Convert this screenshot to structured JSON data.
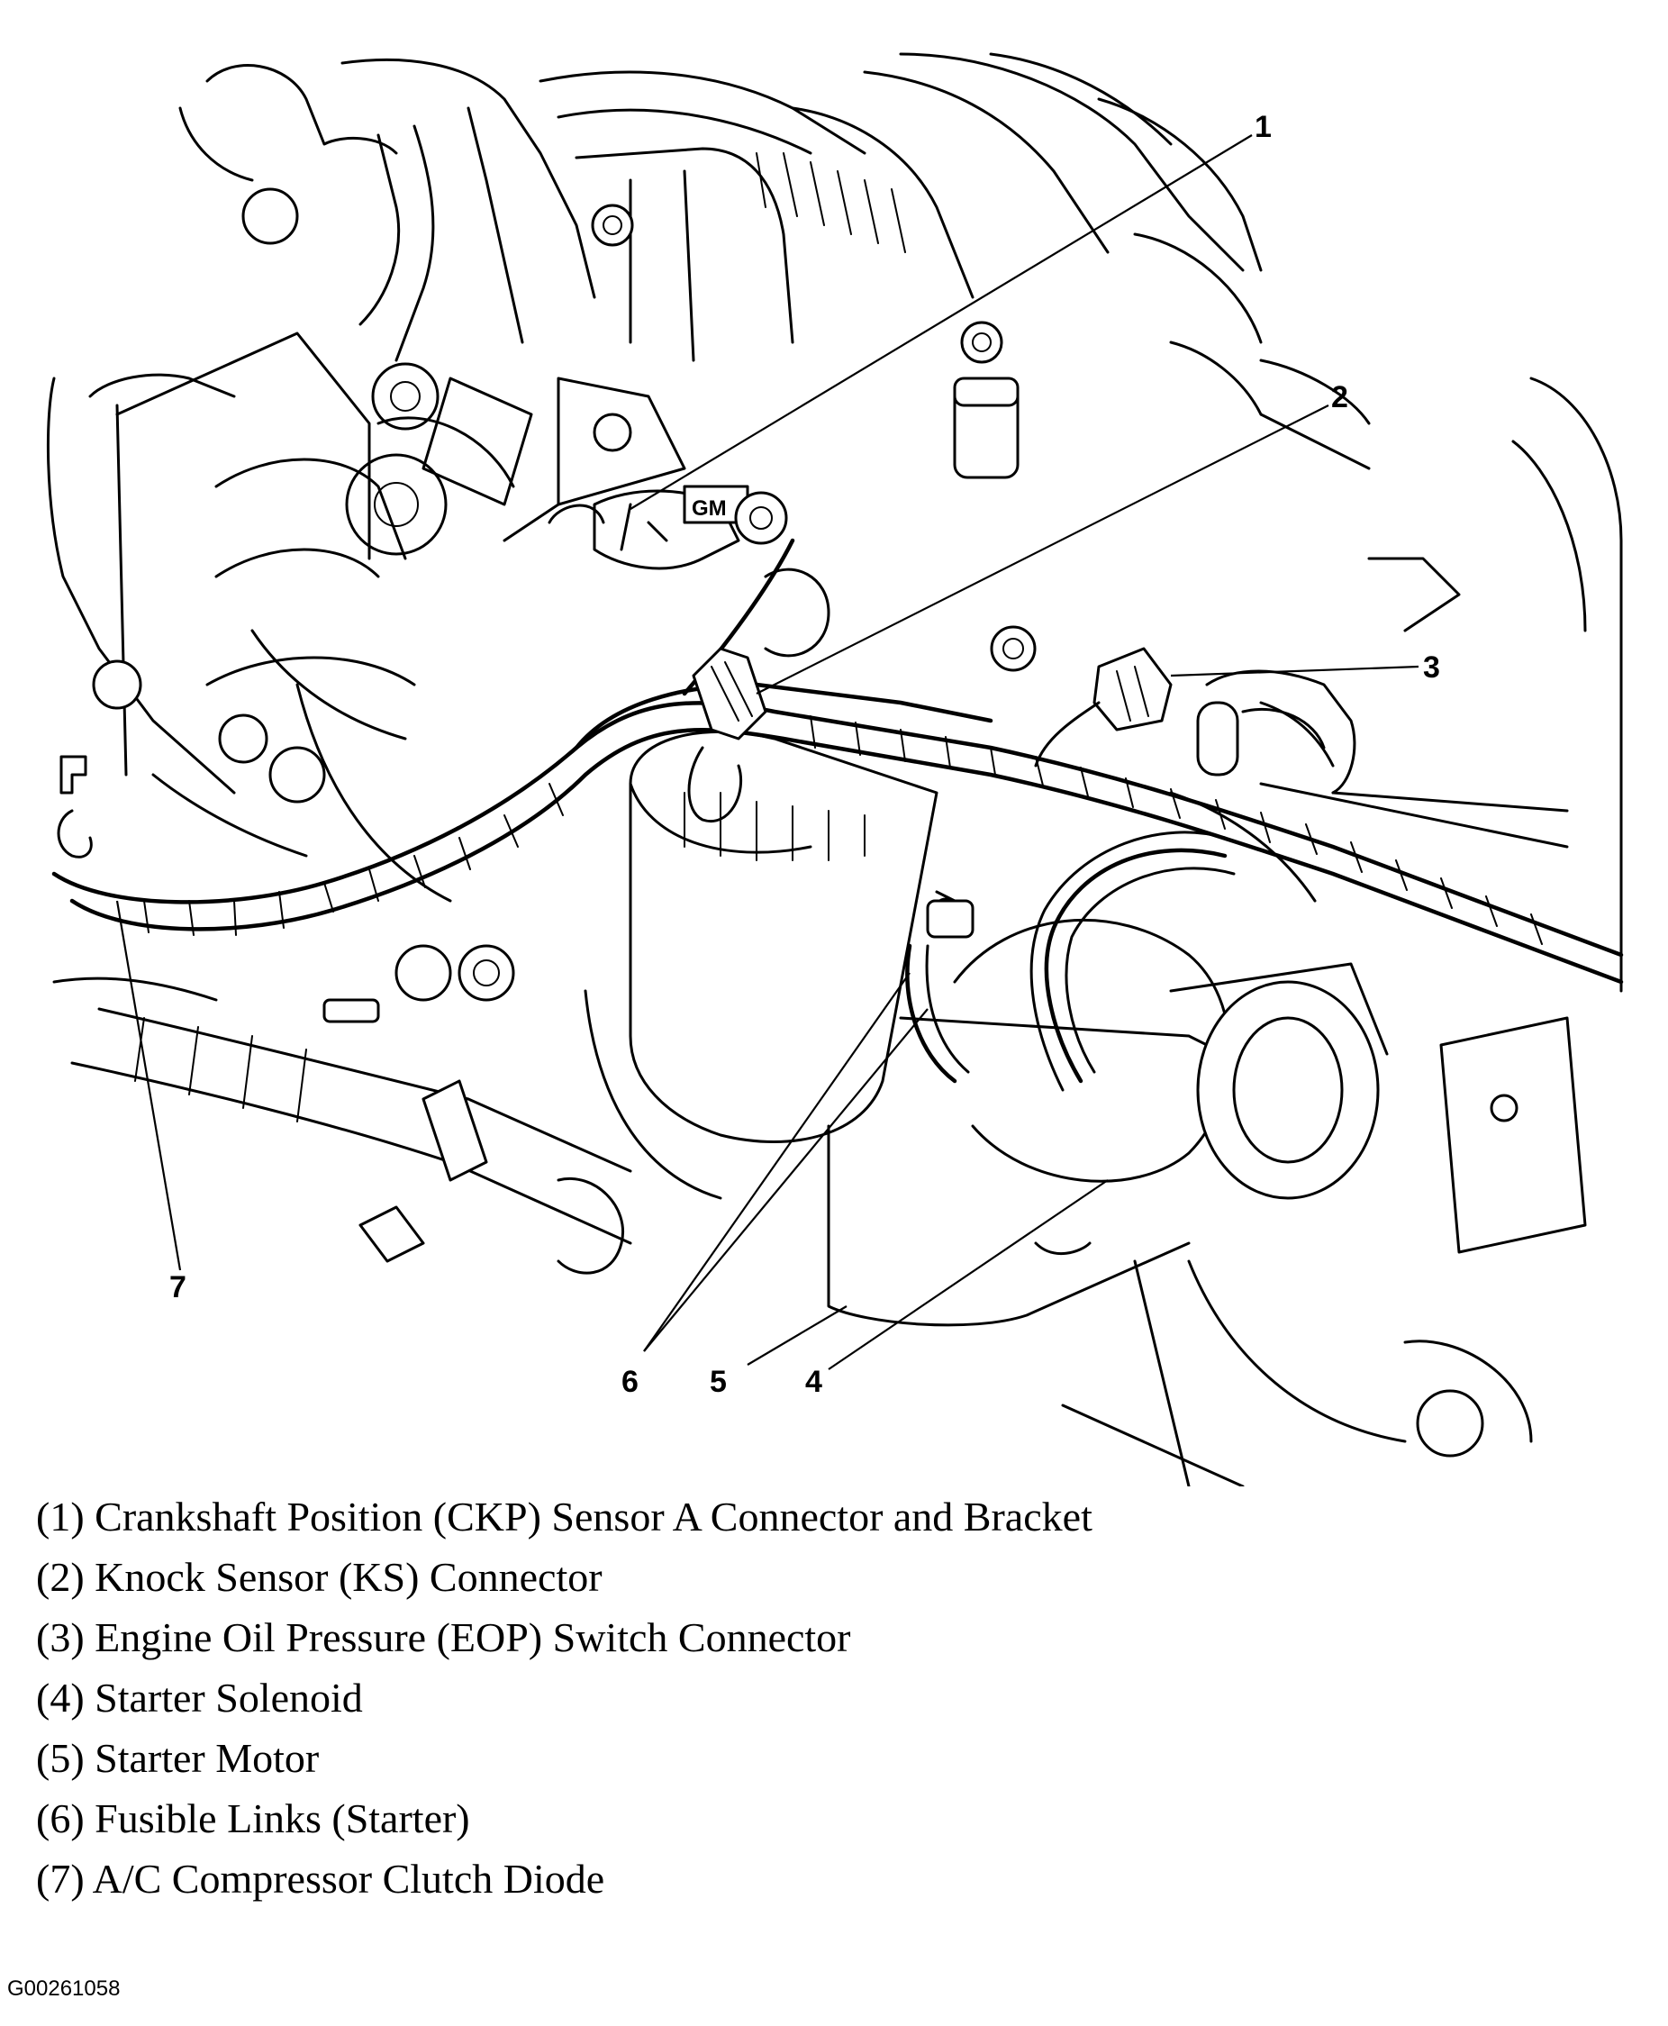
{
  "callouts": [
    "1",
    "2",
    "3",
    "4",
    "5",
    "6",
    "7"
  ],
  "legend": [
    "(1) Crankshaft Position (CKP) Sensor A Connector and Bracket",
    "(2) Knock Sensor (KS) Connector",
    "(3) Engine Oil Pressure (EOP) Switch Connector",
    "(4) Starter Solenoid",
    "(5) Starter Motor",
    "(6) Fusible Links (Starter)",
    "(7) A/C Compressor Clutch Diode"
  ],
  "bracket_stamp": "GM",
  "figure_id": "G00261058"
}
